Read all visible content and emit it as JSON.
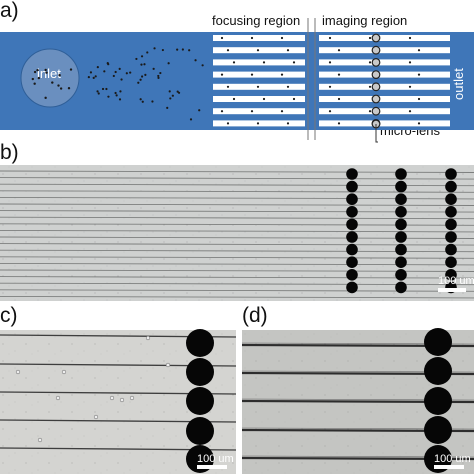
{
  "panel_a": {
    "label": "a)",
    "focusing_region": "focusing region",
    "imaging_region": "imaging region",
    "inlet": "inlet",
    "outlet": "outlet",
    "micro_lens": "micro-lens"
  },
  "panel_b": {
    "label": "b)",
    "scale_bar": "100 um"
  },
  "panel_c": {
    "label": "c)",
    "scale_bar": "100 um"
  },
  "panel_d": {
    "label": "(d)",
    "scale_bar": "100 um"
  },
  "colors": {
    "channel_blue": "#3f76b8",
    "inlet_blue": "#6a8fbf",
    "micrograph_gray": "#cfd1d0",
    "line_dark": "#4a4a4a",
    "lens_black": "#060606"
  }
}
